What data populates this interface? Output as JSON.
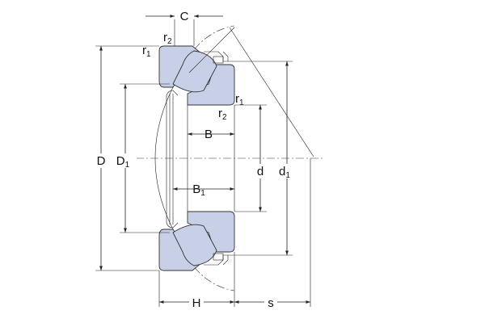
{
  "labels": {
    "C": "C",
    "r2_top": {
      "base": "r",
      "sub": "2"
    },
    "r1_top": {
      "base": "r",
      "sub": "1"
    },
    "r1_mid": {
      "base": "r",
      "sub": "1"
    },
    "r2_mid": {
      "base": "r",
      "sub": "2"
    },
    "B": "B",
    "B1": {
      "base": "B",
      "sub": "1"
    },
    "D": "D",
    "D1": {
      "base": "D",
      "sub": "1"
    },
    "d": "d",
    "d1": {
      "base": "d",
      "sub": "1"
    },
    "H": "H",
    "s": "s"
  },
  "colors": {
    "ring_fill": "#c7d0e6",
    "line": "#222222",
    "background": "#ffffff"
  }
}
